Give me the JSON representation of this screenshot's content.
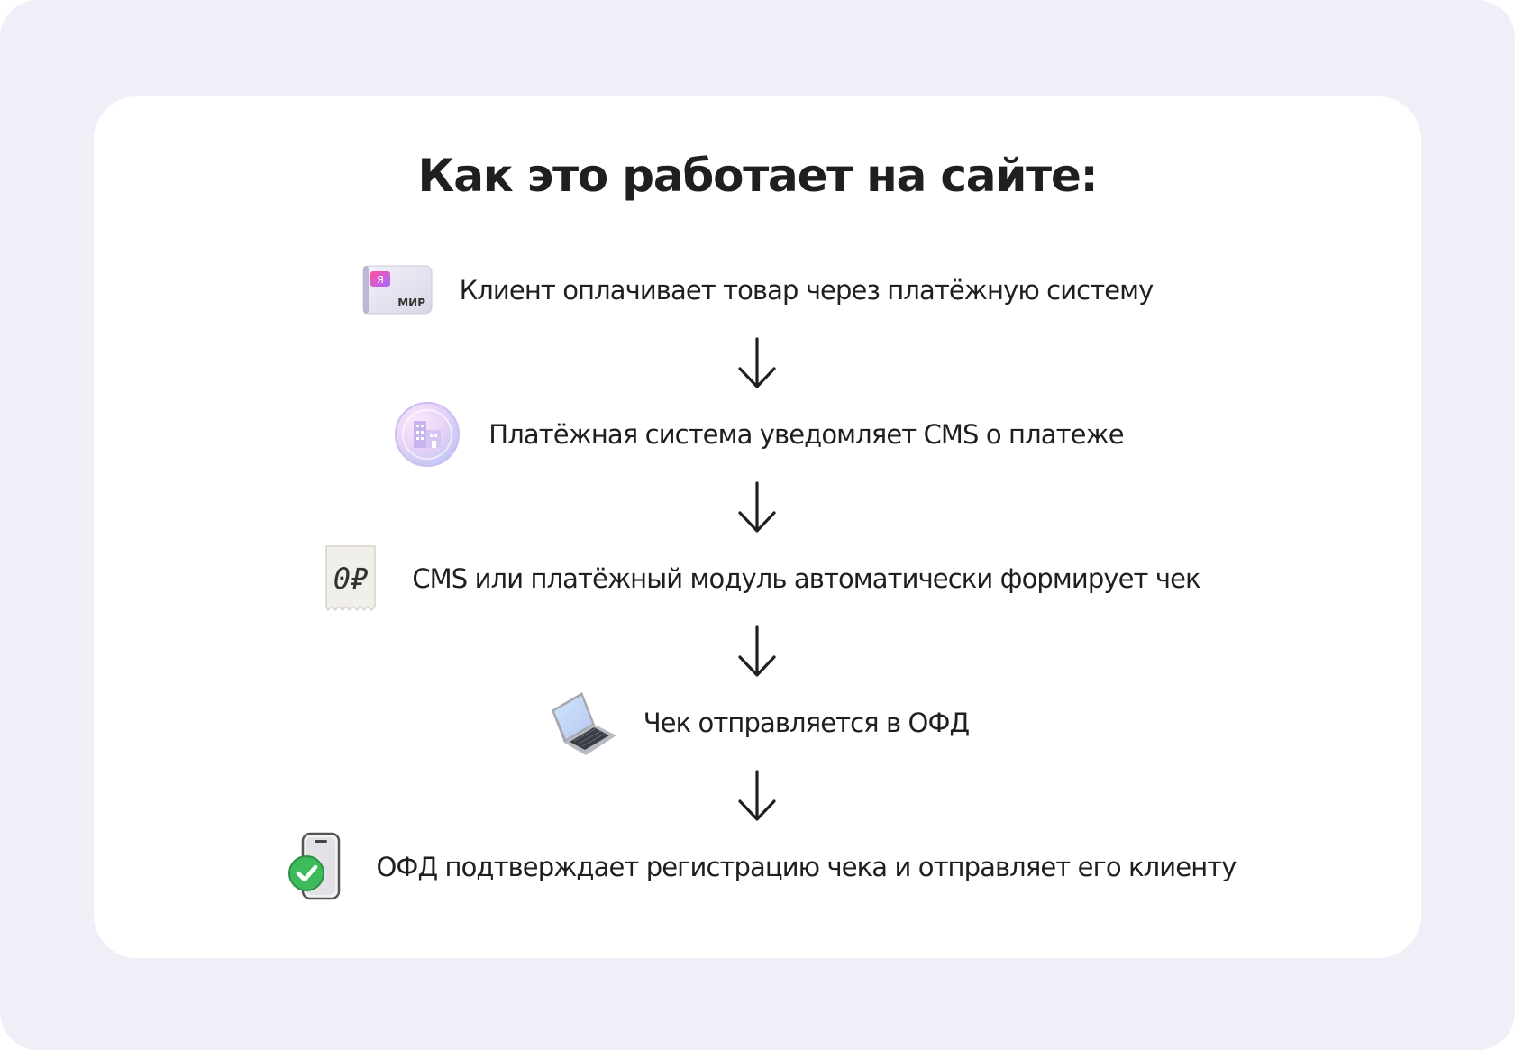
{
  "title": "Как это работает на сайте:",
  "steps": [
    {
      "label": "Клиент оплачивает товар через платёжную систему",
      "icon": "payment-card-icon",
      "card_badge": "Я",
      "card_brand": "МИР"
    },
    {
      "label": "Платёжная система уведомляет CMS о платеже",
      "icon": "bank-coin-icon"
    },
    {
      "label": "CMS или платёжный модуль автоматически формирует чек",
      "icon": "receipt-icon",
      "receipt_text": "0₽"
    },
    {
      "label": "Чек отправляется в ОФД",
      "icon": "laptop-icon"
    },
    {
      "label": "ОФД подтверждает регистрацию чека и отправляет его клиенту",
      "icon": "phone-check-icon"
    }
  ],
  "colors": {
    "background": "#f1eef7",
    "card": "#ffffff",
    "text": "#1f1f1f",
    "accent_pink": "#e8428f",
    "accent_purple": "#b9a6f2",
    "check_green": "#3dbb5a"
  }
}
